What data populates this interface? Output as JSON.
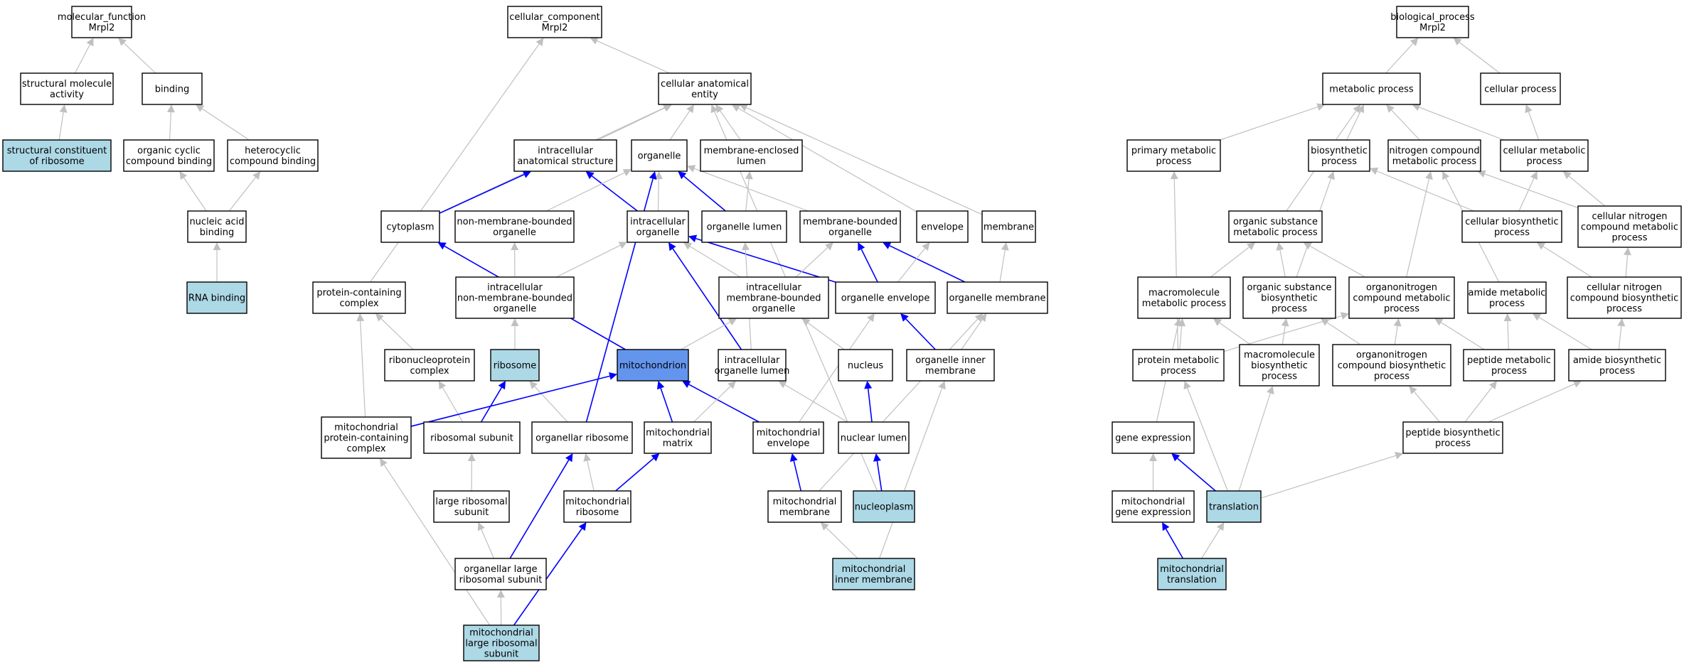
{
  "colors": {
    "default_fill": "#ffffff",
    "annotated_fill": "#add8e6",
    "focus_fill": "#6495ed",
    "edge_gray": "#c0c0c0",
    "edge_blue": "#0000ff"
  },
  "nodes": [
    {
      "id": "mf",
      "lines": [
        "molecular_function",
        "Mrpl2"
      ],
      "style": "default"
    },
    {
      "id": "smact",
      "lines": [
        "structural molecule",
        "activity"
      ],
      "style": "default"
    },
    {
      "id": "binding",
      "lines": [
        "binding"
      ],
      "style": "default"
    },
    {
      "id": "scr",
      "lines": [
        "structural constituent",
        "of ribosome"
      ],
      "style": "annotated"
    },
    {
      "id": "occb",
      "lines": [
        "organic cyclic",
        "compound binding"
      ],
      "style": "default"
    },
    {
      "id": "hetb",
      "lines": [
        "heterocyclic",
        "compound binding"
      ],
      "style": "default"
    },
    {
      "id": "nab",
      "lines": [
        "nucleic acid",
        "binding"
      ],
      "style": "default"
    },
    {
      "id": "rnab",
      "lines": [
        "RNA binding"
      ],
      "style": "annotated"
    },
    {
      "id": "cc",
      "lines": [
        "cellular_component",
        "Mrpl2"
      ],
      "style": "default"
    },
    {
      "id": "cae",
      "lines": [
        "cellular anatomical",
        "entity"
      ],
      "style": "default"
    },
    {
      "id": "ias",
      "lines": [
        "intracellular",
        "anatomical structure"
      ],
      "style": "default"
    },
    {
      "id": "organelle",
      "lines": [
        "organelle"
      ],
      "style": "default"
    },
    {
      "id": "mel",
      "lines": [
        "membrane-enclosed",
        "lumen"
      ],
      "style": "default"
    },
    {
      "id": "cytoplasm",
      "lines": [
        "cytoplasm"
      ],
      "style": "default"
    },
    {
      "id": "nmbo",
      "lines": [
        "non-membrane-bounded",
        "organelle"
      ],
      "style": "default"
    },
    {
      "id": "io",
      "lines": [
        "intracellular",
        "organelle"
      ],
      "style": "default"
    },
    {
      "id": "ol",
      "lines": [
        "organelle lumen"
      ],
      "style": "default"
    },
    {
      "id": "mbo",
      "lines": [
        "membrane-bounded",
        "organelle"
      ],
      "style": "default"
    },
    {
      "id": "envelope",
      "lines": [
        "envelope"
      ],
      "style": "default"
    },
    {
      "id": "membrane",
      "lines": [
        "membrane"
      ],
      "style": "default"
    },
    {
      "id": "pcc",
      "lines": [
        "protein-containing",
        "complex"
      ],
      "style": "default"
    },
    {
      "id": "inmbo",
      "lines": [
        "intracellular",
        "non-membrane-bounded",
        "organelle"
      ],
      "style": "default"
    },
    {
      "id": "imbo",
      "lines": [
        "intracellular",
        "membrane-bounded",
        "organelle"
      ],
      "style": "default"
    },
    {
      "id": "oe",
      "lines": [
        "organelle envelope"
      ],
      "style": "default"
    },
    {
      "id": "om",
      "lines": [
        "organelle membrane"
      ],
      "style": "default"
    },
    {
      "id": "rnpc",
      "lines": [
        "ribonucleoprotein",
        "complex"
      ],
      "style": "default"
    },
    {
      "id": "ribosome",
      "lines": [
        "ribosome"
      ],
      "style": "annotated"
    },
    {
      "id": "mito",
      "lines": [
        "mitochondrion"
      ],
      "style": "focus"
    },
    {
      "id": "iol",
      "lines": [
        "intracellular",
        "organelle lumen"
      ],
      "style": "default"
    },
    {
      "id": "nucleus",
      "lines": [
        "nucleus"
      ],
      "style": "default"
    },
    {
      "id": "oim",
      "lines": [
        "organelle inner",
        "membrane"
      ],
      "style": "default"
    },
    {
      "id": "mpcc",
      "lines": [
        "mitochondrial",
        "protein-containing",
        "complex"
      ],
      "style": "default"
    },
    {
      "id": "rsu",
      "lines": [
        "ribosomal subunit"
      ],
      "style": "default"
    },
    {
      "id": "orib",
      "lines": [
        "organellar ribosome"
      ],
      "style": "default"
    },
    {
      "id": "mmat",
      "lines": [
        "mitochondrial",
        "matrix"
      ],
      "style": "default"
    },
    {
      "id": "menv",
      "lines": [
        "mitochondrial",
        "envelope"
      ],
      "style": "default"
    },
    {
      "id": "nl",
      "lines": [
        "nuclear lumen"
      ],
      "style": "default"
    },
    {
      "id": "lrsu",
      "lines": [
        "large ribosomal",
        "subunit"
      ],
      "style": "default"
    },
    {
      "id": "mrib",
      "lines": [
        "mitochondrial",
        "ribosome"
      ],
      "style": "default"
    },
    {
      "id": "mmem",
      "lines": [
        "mitochondrial",
        "membrane"
      ],
      "style": "default"
    },
    {
      "id": "nucleoplasm",
      "lines": [
        "nucleoplasm"
      ],
      "style": "annotated"
    },
    {
      "id": "olrsu",
      "lines": [
        "organellar large",
        "ribosomal subunit"
      ],
      "style": "default"
    },
    {
      "id": "mim",
      "lines": [
        "mitochondrial",
        "inner membrane"
      ],
      "style": "annotated"
    },
    {
      "id": "mlrsu",
      "lines": [
        "mitochondrial",
        "large ribosomal",
        "subunit"
      ],
      "style": "annotated"
    },
    {
      "id": "bp",
      "lines": [
        "biological_process",
        "Mrpl2"
      ],
      "style": "default"
    },
    {
      "id": "mp",
      "lines": [
        "metabolic process"
      ],
      "style": "default"
    },
    {
      "id": "cp",
      "lines": [
        "cellular process"
      ],
      "style": "default"
    },
    {
      "id": "pmp",
      "lines": [
        "primary metabolic",
        "process"
      ],
      "style": "default"
    },
    {
      "id": "bsp",
      "lines": [
        "biosynthetic",
        "process"
      ],
      "style": "default"
    },
    {
      "id": "ncmp",
      "lines": [
        "nitrogen compound",
        "metabolic process"
      ],
      "style": "default"
    },
    {
      "id": "cmp",
      "lines": [
        "cellular metabolic",
        "process"
      ],
      "style": "default"
    },
    {
      "id": "osmp",
      "lines": [
        "organic substance",
        "metabolic process"
      ],
      "style": "default"
    },
    {
      "id": "cbp",
      "lines": [
        "cellular biosynthetic",
        "process"
      ],
      "style": "default"
    },
    {
      "id": "cncmp",
      "lines": [
        "cellular nitrogen",
        "compound metabolic",
        "process"
      ],
      "style": "default"
    },
    {
      "id": "mmp",
      "lines": [
        "macromolecule",
        "metabolic process"
      ],
      "style": "default"
    },
    {
      "id": "osbp",
      "lines": [
        "organic substance",
        "biosynthetic",
        "process"
      ],
      "style": "default"
    },
    {
      "id": "oncmp",
      "lines": [
        "organonitrogen",
        "compound metabolic",
        "process"
      ],
      "style": "default"
    },
    {
      "id": "amp",
      "lines": [
        "amide metabolic",
        "process"
      ],
      "style": "default"
    },
    {
      "id": "cncbp",
      "lines": [
        "cellular nitrogen",
        "compound biosynthetic",
        "process"
      ],
      "style": "default"
    },
    {
      "id": "protmp",
      "lines": [
        "protein metabolic",
        "process"
      ],
      "style": "default"
    },
    {
      "id": "mbp",
      "lines": [
        "macromolecule",
        "biosynthetic",
        "process"
      ],
      "style": "default"
    },
    {
      "id": "oncbp",
      "lines": [
        "organonitrogen",
        "compound biosynthetic",
        "process"
      ],
      "style": "default"
    },
    {
      "id": "pepmp",
      "lines": [
        "peptide metabolic",
        "process"
      ],
      "style": "default"
    },
    {
      "id": "abp",
      "lines": [
        "amide biosynthetic",
        "process"
      ],
      "style": "default"
    },
    {
      "id": "ge",
      "lines": [
        "gene expression"
      ],
      "style": "default"
    },
    {
      "id": "pbp",
      "lines": [
        "peptide biosynthetic",
        "process"
      ],
      "style": "default"
    },
    {
      "id": "mge",
      "lines": [
        "mitochondrial",
        "gene expression"
      ],
      "style": "default"
    },
    {
      "id": "translation",
      "lines": [
        "translation"
      ],
      "style": "annotated"
    },
    {
      "id": "mtrans",
      "lines": [
        "mitochondrial",
        "translation"
      ],
      "style": "annotated"
    }
  ],
  "edges": [
    {
      "from": "smact",
      "to": "mf",
      "kind": "gray"
    },
    {
      "from": "binding",
      "to": "mf",
      "kind": "gray"
    },
    {
      "from": "scr",
      "to": "smact",
      "kind": "gray"
    },
    {
      "from": "occb",
      "to": "binding",
      "kind": "gray"
    },
    {
      "from": "hetb",
      "to": "binding",
      "kind": "gray"
    },
    {
      "from": "nab",
      "to": "occb",
      "kind": "gray"
    },
    {
      "from": "nab",
      "to": "hetb",
      "kind": "gray"
    },
    {
      "from": "rnab",
      "to": "nab",
      "kind": "gray"
    },
    {
      "from": "cae",
      "to": "cc",
      "kind": "gray"
    },
    {
      "from": "pcc",
      "to": "cc",
      "kind": "gray"
    },
    {
      "from": "ias",
      "to": "cae",
      "kind": "gray"
    },
    {
      "from": "organelle",
      "to": "cae",
      "kind": "gray"
    },
    {
      "from": "mel",
      "to": "cae",
      "kind": "gray"
    },
    {
      "from": "cytoplasm",
      "to": "cae",
      "kind": "gray"
    },
    {
      "from": "envelope",
      "to": "cae",
      "kind": "gray"
    },
    {
      "from": "membrane",
      "to": "cae",
      "kind": "gray"
    },
    {
      "from": "nucleoplasm",
      "to": "cae",
      "kind": "gray"
    },
    {
      "from": "cytoplasm",
      "to": "ias",
      "kind": "blue"
    },
    {
      "from": "io",
      "to": "ias",
      "kind": "blue"
    },
    {
      "from": "nmbo",
      "to": "organelle",
      "kind": "gray"
    },
    {
      "from": "io",
      "to": "organelle",
      "kind": "gray"
    },
    {
      "from": "mbo",
      "to": "organelle",
      "kind": "gray"
    },
    {
      "from": "ol",
      "to": "organelle",
      "kind": "blue"
    },
    {
      "from": "orib",
      "to": "organelle",
      "kind": "blue"
    },
    {
      "from": "ol",
      "to": "mel",
      "kind": "gray"
    },
    {
      "from": "mito",
      "to": "cytoplasm",
      "kind": "blue"
    },
    {
      "from": "inmbo",
      "to": "nmbo",
      "kind": "gray"
    },
    {
      "from": "inmbo",
      "to": "io",
      "kind": "gray"
    },
    {
      "from": "imbo",
      "to": "io",
      "kind": "gray"
    },
    {
      "from": "iol",
      "to": "io",
      "kind": "blue"
    },
    {
      "from": "oe",
      "to": "io",
      "kind": "blue"
    },
    {
      "from": "iol",
      "to": "ol",
      "kind": "gray"
    },
    {
      "from": "imbo",
      "to": "mbo",
      "kind": "gray"
    },
    {
      "from": "oe",
      "to": "mbo",
      "kind": "blue"
    },
    {
      "from": "om",
      "to": "mbo",
      "kind": "blue"
    },
    {
      "from": "oe",
      "to": "envelope",
      "kind": "gray"
    },
    {
      "from": "om",
      "to": "membrane",
      "kind": "gray"
    },
    {
      "from": "rnpc",
      "to": "pcc",
      "kind": "gray"
    },
    {
      "from": "mpcc",
      "to": "pcc",
      "kind": "gray"
    },
    {
      "from": "ribosome",
      "to": "inmbo",
      "kind": "gray"
    },
    {
      "from": "mito",
      "to": "imbo",
      "kind": "gray"
    },
    {
      "from": "nucleus",
      "to": "imbo",
      "kind": "gray"
    },
    {
      "from": "menv",
      "to": "oe",
      "kind": "gray"
    },
    {
      "from": "oim",
      "to": "oe",
      "kind": "blue"
    },
    {
      "from": "oim",
      "to": "om",
      "kind": "gray"
    },
    {
      "from": "mmem",
      "to": "om",
      "kind": "gray"
    },
    {
      "from": "rsu",
      "to": "rnpc",
      "kind": "gray"
    },
    {
      "from": "rsu",
      "to": "ribosome",
      "kind": "blue"
    },
    {
      "from": "orib",
      "to": "ribosome",
      "kind": "gray"
    },
    {
      "from": "mpcc",
      "to": "mito",
      "kind": "blue"
    },
    {
      "from": "mmat",
      "to": "mito",
      "kind": "blue"
    },
    {
      "from": "menv",
      "to": "mito",
      "kind": "blue"
    },
    {
      "from": "mmat",
      "to": "iol",
      "kind": "gray"
    },
    {
      "from": "nl",
      "to": "iol",
      "kind": "gray"
    },
    {
      "from": "nl",
      "to": "nucleus",
      "kind": "blue"
    },
    {
      "from": "mim",
      "to": "oim",
      "kind": "gray"
    },
    {
      "from": "mlrsu",
      "to": "mpcc",
      "kind": "gray"
    },
    {
      "from": "lrsu",
      "to": "rsu",
      "kind": "gray"
    },
    {
      "from": "mrib",
      "to": "orib",
      "kind": "gray"
    },
    {
      "from": "olrsu",
      "to": "orib",
      "kind": "blue"
    },
    {
      "from": "mrib",
      "to": "mmat",
      "kind": "blue"
    },
    {
      "from": "mmem",
      "to": "menv",
      "kind": "blue"
    },
    {
      "from": "nucleoplasm",
      "to": "nl",
      "kind": "blue"
    },
    {
      "from": "olrsu",
      "to": "lrsu",
      "kind": "gray"
    },
    {
      "from": "mlrsu",
      "to": "mrib",
      "kind": "blue"
    },
    {
      "from": "mim",
      "to": "mmem",
      "kind": "gray"
    },
    {
      "from": "mlrsu",
      "to": "olrsu",
      "kind": "gray"
    },
    {
      "from": "mp",
      "to": "bp",
      "kind": "gray"
    },
    {
      "from": "cp",
      "to": "bp",
      "kind": "gray"
    },
    {
      "from": "pmp",
      "to": "mp",
      "kind": "gray"
    },
    {
      "from": "bsp",
      "to": "mp",
      "kind": "gray"
    },
    {
      "from": "ncmp",
      "to": "mp",
      "kind": "gray"
    },
    {
      "from": "cmp",
      "to": "mp",
      "kind": "gray"
    },
    {
      "from": "osmp",
      "to": "mp",
      "kind": "gray"
    },
    {
      "from": "cmp",
      "to": "cp",
      "kind": "gray"
    },
    {
      "from": "osbp",
      "to": "bsp",
      "kind": "gray"
    },
    {
      "from": "cbp",
      "to": "bsp",
      "kind": "gray"
    },
    {
      "from": "oncmp",
      "to": "ncmp",
      "kind": "gray"
    },
    {
      "from": "amp",
      "to": "ncmp",
      "kind": "gray"
    },
    {
      "from": "cncmp",
      "to": "ncmp",
      "kind": "gray"
    },
    {
      "from": "cbp",
      "to": "cmp",
      "kind": "gray"
    },
    {
      "from": "cncmp",
      "to": "cmp",
      "kind": "gray"
    },
    {
      "from": "mmp",
      "to": "osmp",
      "kind": "gray"
    },
    {
      "from": "osbp",
      "to": "osmp",
      "kind": "gray"
    },
    {
      "from": "oncmp",
      "to": "osmp",
      "kind": "gray"
    },
    {
      "from": "cncbp",
      "to": "cbp",
      "kind": "gray"
    },
    {
      "from": "cncbp",
      "to": "cncmp",
      "kind": "gray"
    },
    {
      "from": "protmp",
      "to": "pmp",
      "kind": "gray"
    },
    {
      "from": "ge",
      "to": "mmp",
      "kind": "gray"
    },
    {
      "from": "protmp",
      "to": "mmp",
      "kind": "gray"
    },
    {
      "from": "mbp",
      "to": "mmp",
      "kind": "gray"
    },
    {
      "from": "mbp",
      "to": "osbp",
      "kind": "gray"
    },
    {
      "from": "oncbp",
      "to": "osbp",
      "kind": "gray"
    },
    {
      "from": "protmp",
      "to": "oncmp",
      "kind": "gray"
    },
    {
      "from": "oncbp",
      "to": "oncmp",
      "kind": "gray"
    },
    {
      "from": "pepmp",
      "to": "oncmp",
      "kind": "gray"
    },
    {
      "from": "pepmp",
      "to": "amp",
      "kind": "gray"
    },
    {
      "from": "abp",
      "to": "amp",
      "kind": "gray"
    },
    {
      "from": "abp",
      "to": "cncbp",
      "kind": "gray"
    },
    {
      "from": "translation",
      "to": "protmp",
      "kind": "gray"
    },
    {
      "from": "translation",
      "to": "mbp",
      "kind": "gray"
    },
    {
      "from": "pbp",
      "to": "oncbp",
      "kind": "gray"
    },
    {
      "from": "pbp",
      "to": "pepmp",
      "kind": "gray"
    },
    {
      "from": "pbp",
      "to": "abp",
      "kind": "gray"
    },
    {
      "from": "translation",
      "to": "ge",
      "kind": "blue"
    },
    {
      "from": "translation",
      "to": "pbp",
      "kind": "gray"
    },
    {
      "from": "mge",
      "to": "ge",
      "kind": "gray"
    },
    {
      "from": "mtrans",
      "to": "mge",
      "kind": "blue"
    },
    {
      "from": "mtrans",
      "to": "translation",
      "kind": "gray"
    }
  ]
}
